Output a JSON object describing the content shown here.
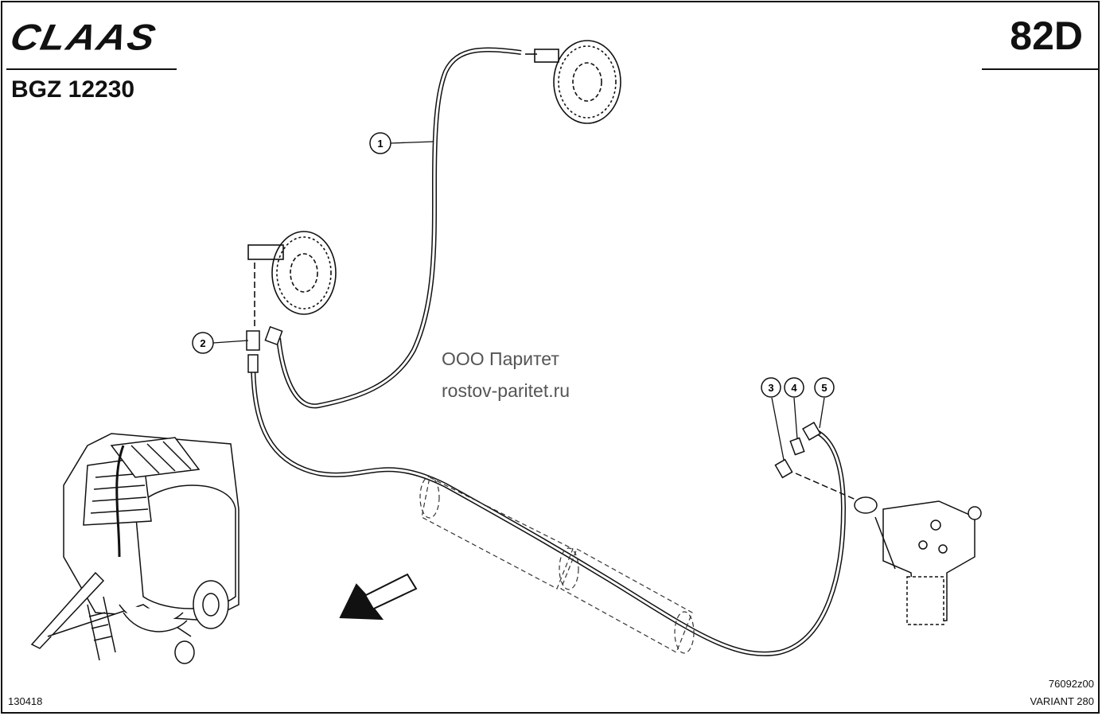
{
  "header": {
    "logo_text": "CLAAS",
    "group_code": "BGZ 12230",
    "page_code": "82D"
  },
  "watermark": {
    "line1": "ООО Паритет",
    "line2": "rostov-paritet.ru"
  },
  "footer": {
    "left_code": "130418",
    "drawing_number": "76092z00",
    "variant": "VARIANT 280"
  },
  "callouts": [
    {
      "id": "callout-1",
      "label": "1"
    },
    {
      "id": "callout-2",
      "label": "2"
    },
    {
      "id": "callout-3",
      "label": "3"
    },
    {
      "id": "callout-4",
      "label": "4"
    },
    {
      "id": "callout-5",
      "label": "5"
    }
  ],
  "icons": {
    "direction_arrow": "arrow-down-left-icon",
    "baler": "round-baler-icon",
    "sprocket": "sprocket-icon",
    "valve_block": "hydraulic-valve-block-icon"
  }
}
